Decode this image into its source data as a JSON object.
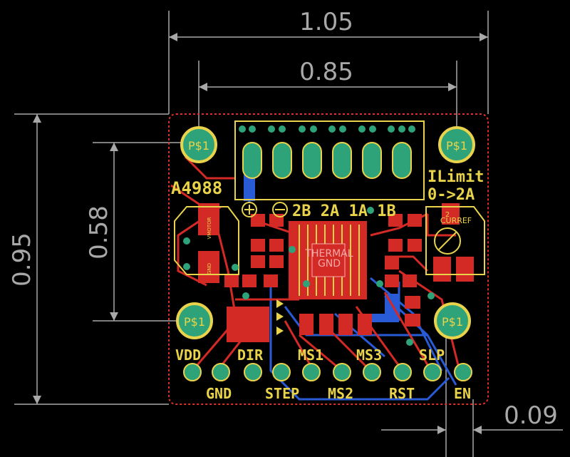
{
  "dimensions": {
    "width_outer": "1.05",
    "width_inner": "0.85",
    "height_outer": "0.95",
    "height_inner": "0.58",
    "edge_offset": "0.09"
  },
  "labels": {
    "chip": "A4988",
    "mount_hole": "P$1",
    "thermal": "THERMAL",
    "gnd": "GND",
    "ilimit_line1": "ILimit",
    "ilimit_line2": "0->2A",
    "motor_pins": "2B 2A 1A 1B",
    "vmotor": "VMOTOR",
    "vmotor_gnd": "GND",
    "curref": "CURREF",
    "curref_num": "2"
  },
  "pins_top": [
    "VDD",
    "DIR",
    "MS1",
    "MS3",
    "SLP"
  ],
  "pins_bottom": [
    "GND",
    "STEP",
    "MS2",
    "RST",
    "EN"
  ],
  "colors": {
    "board_outline": "#e0302a",
    "copper_top": "#d42a26",
    "copper_bottom": "#2a5bd6",
    "silkscreen": "#e8d34a",
    "pad": "#2ea37a",
    "dimension": "#a8a8a8"
  }
}
